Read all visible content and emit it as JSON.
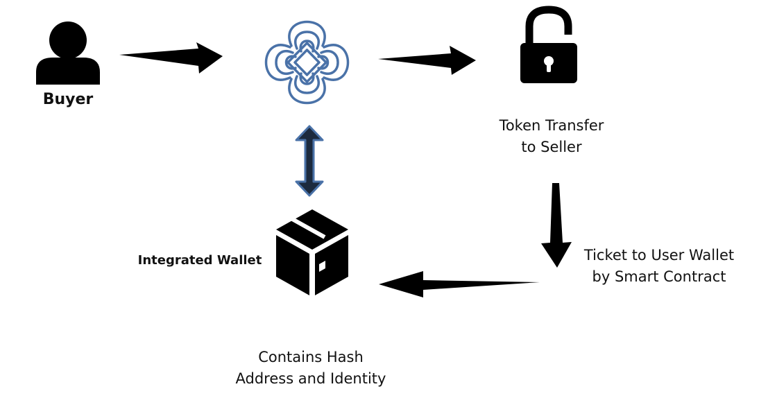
{
  "nodes": {
    "buyer": {
      "label": "Buyer",
      "icon": "person-icon"
    },
    "contract": {
      "icon": "celtic-knot-icon",
      "color": "#4a72a8"
    },
    "lock": {
      "label_line1": "Token Transfer",
      "label_line2": "to Seller",
      "icon": "unlocked-padlock-icon"
    },
    "ticket": {
      "label_line1": "Ticket to User Wallet",
      "label_line2": "by Smart Contract"
    },
    "wallet": {
      "label": "Integrated Wallet",
      "icon": "package-box-icon"
    },
    "contains": {
      "label_line1": "Contains Hash",
      "label_line2": "Address and Identity"
    }
  },
  "colors": {
    "arrow": "#000000",
    "double_arrow_fill": "#1c2a3e",
    "double_arrow_stroke": "#4a72a8",
    "knot": "#4a72a8"
  }
}
